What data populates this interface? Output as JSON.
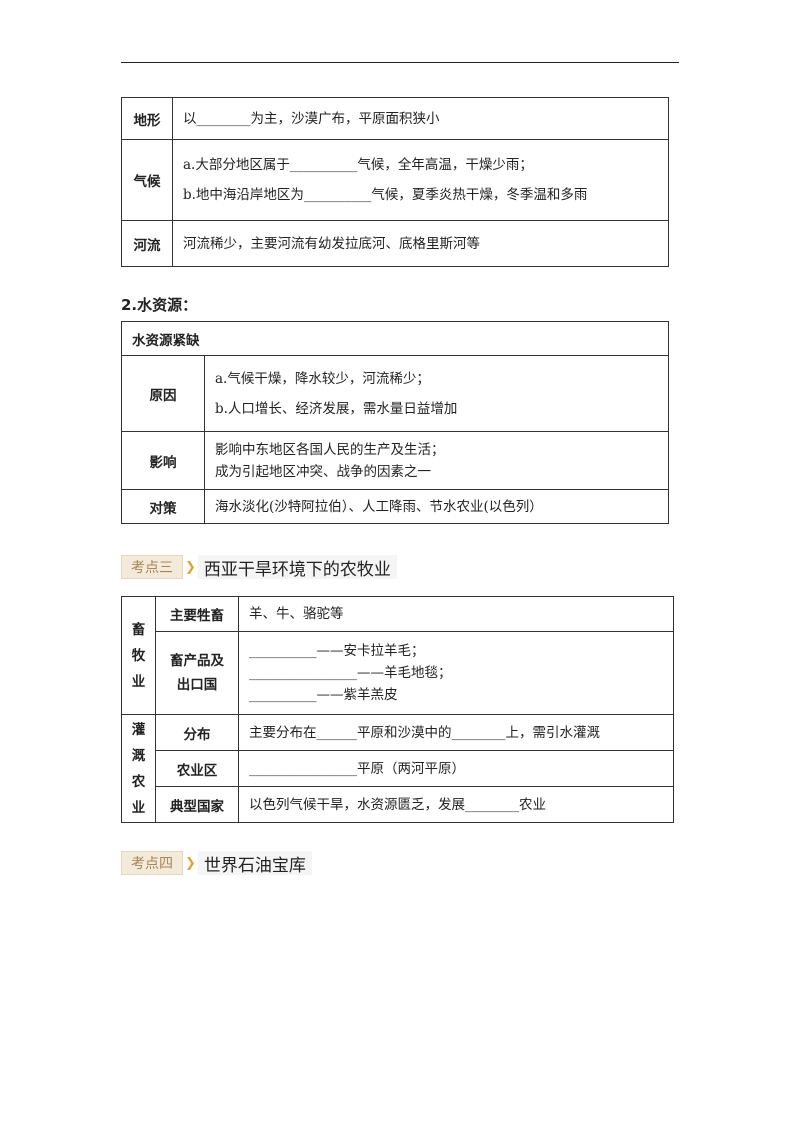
{
  "table1": [
    {
      "header": "地形",
      "lines": [
        "以________为主，沙漠广布，平原面积狭小"
      ]
    },
    {
      "header": "气候",
      "lines": [
        "a.大部分地区属于__________气候，全年高温，干燥少雨；",
        "b.地中海沿岸地区为__________气候，夏季炎热干燥，冬季温和多雨"
      ]
    },
    {
      "header": "河流",
      "lines": [
        "河流稀少，主要河流有幼发拉底河、底格里斯河等"
      ]
    }
  ],
  "section2_title": "2.水资源：",
  "table2": {
    "title": "水资源紧缺",
    "rows": [
      {
        "header": "原因",
        "lines": [
          "a.气候干燥，降水较少，河流稀少；",
          "b.人口增长、经济发展，需水量日益增加"
        ]
      },
      {
        "header": "影响",
        "lines": [
          "影响中东地区各国人民的生产及生活；",
          "成为引起地区冲突、战争的因素之一"
        ]
      },
      {
        "header": "对策",
        "lines": [
          "海水淡化(沙特阿拉伯）、人工降雨、节水农业(以色列）"
        ]
      }
    ]
  },
  "kaodian3": {
    "badge": "考点三",
    "title": "西亚干旱环境下的农牧业"
  },
  "table3": {
    "group1": {
      "label": [
        "畜",
        "牧",
        "业"
      ],
      "rows": [
        {
          "header": [
            "主要牲畜"
          ],
          "lines": [
            "羊、牛、骆驼等"
          ]
        },
        {
          "header": [
            "畜产品及",
            "出口国"
          ],
          "lines": [
            "__________——安卡拉羊毛；",
            "________________——羊毛地毯；",
            "__________——紫羊羔皮"
          ]
        }
      ]
    },
    "group2": {
      "label": [
        "灌",
        "溉",
        "农",
        "业"
      ],
      "rows": [
        {
          "header": [
            "分布"
          ],
          "lines": [
            "主要分布在______平原和沙漠中的________上，需引水灌溉"
          ]
        },
        {
          "header": [
            "农业区"
          ],
          "lines": [
            "________________平原（两河平原）"
          ]
        },
        {
          "header": [
            "典型国家"
          ],
          "lines": [
            "以色列气候干旱，水资源匮乏，发展________农业"
          ]
        }
      ]
    }
  },
  "kaodian4": {
    "badge": "考点四",
    "title": "世界石油宝库"
  }
}
